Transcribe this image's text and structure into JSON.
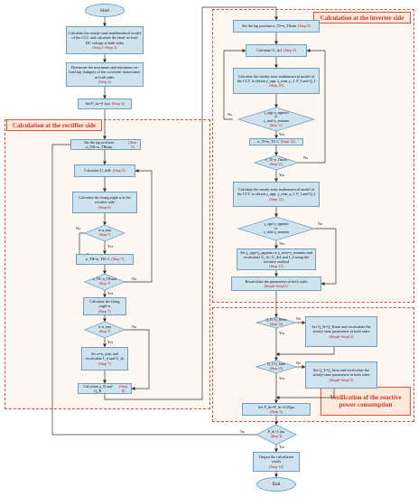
{
  "regions": {
    "rectifier": "Calculation at the rectifier side",
    "inverter": "Calculation at the inverter side",
    "verification": "Verification of the reactive power consumption"
  },
  "terminals": {
    "start": "Start",
    "end": "End"
  },
  "labels": {
    "yes": "Yes",
    "no": "No"
  },
  "steps": {
    "s1": {
      "text": "Calculate the steady-state mathematical model of the CCC and calculate the ideal no-load DC voltage at both sides",
      "step": "(Step 1~Step 2)"
    },
    "s2": {
      "text": "Determine the maximum and minimum on-load tap changers of the converter transformer at both sides",
      "step": "(Step 3)"
    },
    "s3": {
      "text": "Set P_dc=0.1pu",
      "step": "(Step 3)"
    },
    "r1": {
      "text": "Set the tap position n_TR=n_TRmin",
      "step": "(Step 5)"
    },
    "r2": {
      "text": "Calculate U_dcR",
      "step": "(Step 5)"
    },
    "r3": {
      "text": "Calculate the firing angle α at the rectifier side",
      "step": "(Step 6)"
    },
    "rd1": {
      "text": "α<α_min",
      "step": "(Step 7)"
    },
    "r4": {
      "text": "n_TR=n_TR+1",
      "step": "(Step 7)"
    },
    "rd2": {
      "text": "n_TR>n_TRmax",
      "step": "(Step 7)"
    },
    "r5": {
      "text": "Calculate the firing angle α",
      "step": "(Step 7)"
    },
    "rd3": {
      "text": "α>α_min",
      "step": "(Step 7)"
    },
    "r6": {
      "text": "Set α=α_min, and recalculate I_d and U_dc",
      "step": "(Step 7)"
    },
    "r7": {
      "text": "Calculate μ_R and Q_R",
      "step": "(Step 8)"
    },
    "i1": {
      "text": "Set the tap position n_TI=n_TImin",
      "step": "(Step 9)"
    },
    "i2": {
      "text": "Calculate U_dcI",
      "step": "(Step 9)"
    },
    "i3": {
      "text": "Calculate the steady-state mathematical model of the CCC to obtain γ_app, γ_min, μ_I, P_I and Q_I",
      "step": "(Step 10)"
    },
    "id1": {
      "line1": "γ_app>γ_appmin",
      "line2": "or",
      "line3": "γ_min>γ_minmin",
      "step": "(Step 11)"
    },
    "i4": {
      "text": "n_TI=n_TI+1",
      "step": "(Step 11)"
    },
    "id2": {
      "text": "n_TI>n_TImax",
      "step": "(Step 11)"
    },
    "i5": {
      "text": "Calculate the steady-state mathematical model of the CCC to obtain γ_app, γ_min, μ_I, P_I and Q_I",
      "step": "(Step 11)"
    },
    "id3": {
      "line1": "γ_app<γ_appmin",
      "line2": "or",
      "line3": "γ_min<γ_minmin",
      "step": ""
    },
    "i6": {
      "text": "Set γ_app=γ_appmin or γ_min=γ_minmin and recalculate U_dc, U_dcI and I_d using the iterative method",
      "step": "(Step 11)"
    },
    "i7": {
      "text": "Recalculate the parameters at both sides",
      "step": "(Step6~Step11)"
    },
    "vd1": {
      "text": "Q_R>Q_Rmin",
      "step": "(Step 12)"
    },
    "v1": {
      "text": "Set Q_R=Q_Rmin and recalculate the steady-state parameters at both sides",
      "step": "(Step6~Step12)"
    },
    "vd2": {
      "text": "Q_I>Q_Imin",
      "step": "(Step 13)"
    },
    "v2": {
      "text": "Set Q_I=Q_Imin and recalculate the steady-state parameters at both sides",
      "step": "(Step6~Step13)"
    },
    "v3": {
      "text": "Set P_dc=P_dc+0.05pu",
      "step": "(Step 3)"
    },
    "fd": {
      "text": "P_dc>1.2pu",
      "step": "(Step 3)"
    },
    "f1": {
      "text": "Output the calculation result",
      "step": "(Step 14)"
    }
  }
}
